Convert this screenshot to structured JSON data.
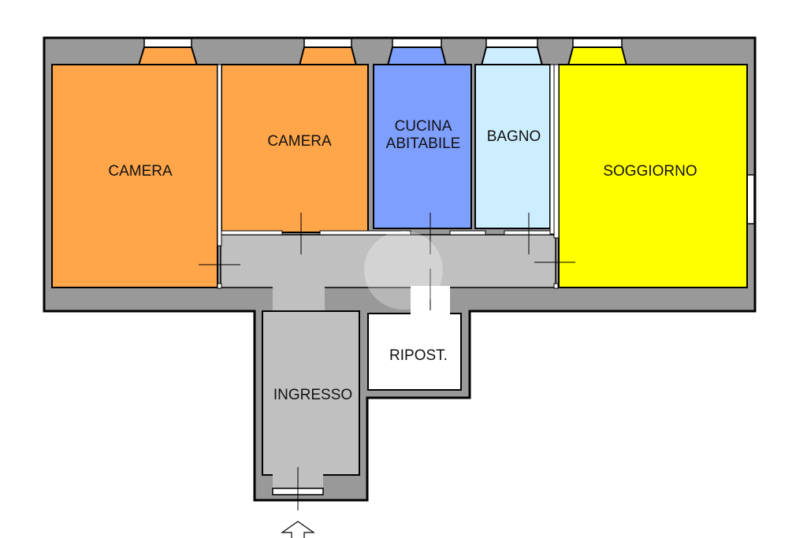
{
  "plan": {
    "rooms": [
      {
        "id": "camera-1",
        "label": "CAMERA",
        "color": "#FFA54A"
      },
      {
        "id": "camera-2",
        "label": "CAMERA",
        "color": "#FFA54A"
      },
      {
        "id": "cucina",
        "label_line1": "CUCINA",
        "label_line2": "ABITABILE",
        "color": "#7F9FFF"
      },
      {
        "id": "bagno",
        "label": "BAGNO",
        "color": "#CCEEFF"
      },
      {
        "id": "soggiorno",
        "label": "SOGGIORNO",
        "color": "#FFFF00"
      },
      {
        "id": "ripostiglio",
        "label": "RIPOST.",
        "color": "#FFFFFF"
      },
      {
        "id": "ingresso",
        "label": "INGRESSO",
        "color": "#C0C0C0"
      }
    ],
    "wall_color": "#999999",
    "corridor_color": "#C0C0C0",
    "entrance_arrow": "up-arrow-icon"
  }
}
